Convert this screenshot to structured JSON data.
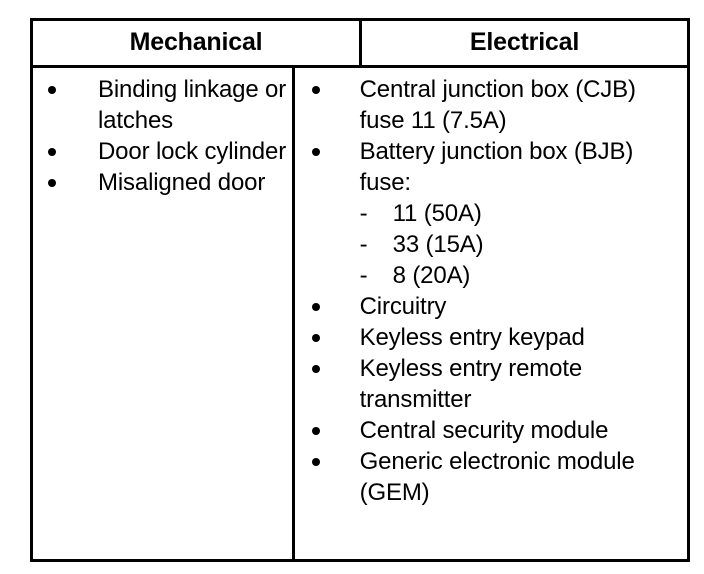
{
  "table": {
    "columns": [
      {
        "id": "mechanical",
        "header": "Mechanical",
        "items": [
          {
            "bullet": "•",
            "text": "Binding linkage or latches"
          },
          {
            "bullet": "•",
            "text": "Door lock cylinder"
          },
          {
            "bullet": "•",
            "text": "Misaligned door"
          }
        ]
      },
      {
        "id": "electrical",
        "header": "Electrical",
        "items": [
          {
            "bullet": "•",
            "text": "Central junction box (CJB) fuse 11 (7.5A)"
          },
          {
            "bullet": "•",
            "text": "Battery junction box (BJB) fuse:",
            "subitems": [
              {
                "dash": "-",
                "text": "11 (50A)"
              },
              {
                "dash": "-",
                "text": "33 (15A)"
              },
              {
                "dash": "-",
                "text": "8 (20A)"
              }
            ]
          },
          {
            "bullet": "•",
            "text": "Circuitry"
          },
          {
            "bullet": "•",
            "text": "Keyless entry keypad"
          },
          {
            "bullet": "•",
            "text": "Keyless entry remote transmitter"
          },
          {
            "bullet": "•",
            "text": "Central security module"
          },
          {
            "bullet": "•",
            "text": "Generic electronic module (GEM)"
          }
        ]
      }
    ]
  }
}
